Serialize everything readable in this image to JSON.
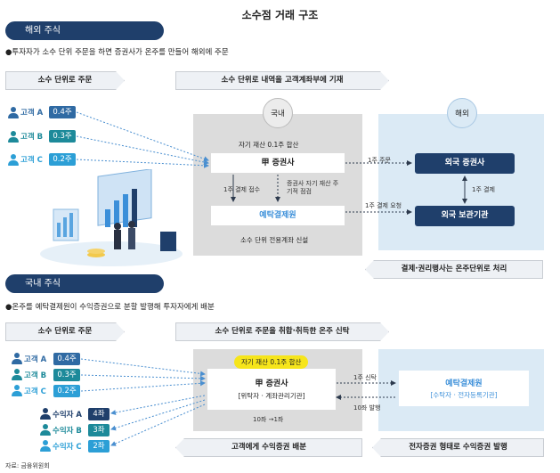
{
  "title": "소수점 거래 구조",
  "overseas": {
    "section_label": "해외 주식",
    "description": "●투자자가 소수 단위 주문을 하면 증권사가 온주를 만들어 해외에 주문",
    "banner_left": "소수 단위로 주문",
    "banner_right": "소수 단위로 내역을 고객계좌부에 기재",
    "customers": [
      {
        "name": "고객 A",
        "qty": "0.4주"
      },
      {
        "name": "고객 B",
        "qty": "0.3주"
      },
      {
        "name": "고객 C",
        "qty": "0.2주"
      }
    ],
    "domestic_label": "국내",
    "foreign_label": "해외",
    "own_asset_note": "자기 재산 0.1주 합산",
    "broker": "甲 증권사",
    "ksd": "예탁결제원",
    "settle_receive": "1주 결제 접수",
    "periodic_settle": "증권사 자기 재산 주기적 점검",
    "new_account": "소수 단위 전용계좌 신설",
    "one_share_order": "1주 주문",
    "one_share_settle": "1주 결제",
    "settle_request": "1주 결제 요청",
    "foreign_broker": "외국 증권사",
    "foreign_custodian": "외국 보관기관",
    "bottom_banner": "결제·권리행사는 온주단위로 처리"
  },
  "domestic": {
    "section_label": "국내 주식",
    "description": "●온주를 예탁결제원이 수익증권으로 분할 발행해 투자자에게 배분",
    "banner_left": "소수 단위로 주문",
    "banner_right": "소수 단위로 주문을 취합·취득한 온주 신탁",
    "customers": [
      {
        "name": "고객 A",
        "qty": "0.4주"
      },
      {
        "name": "고객 B",
        "qty": "0.3주"
      },
      {
        "name": "고객 C",
        "qty": "0.2주"
      }
    ],
    "beneficiaries": [
      {
        "name": "수익자 A",
        "qty": "4좌"
      },
      {
        "name": "수익자 B",
        "qty": "3좌"
      },
      {
        "name": "수익자 C",
        "qty": "2좌"
      }
    ],
    "own_asset_note": "자기 재산 0.1주 합산",
    "broker": "甲 증권사",
    "broker_role": "[위탁자 · 계좌관리기관]",
    "trust_label": "1주 신탁",
    "issue_label": "10좌 발행",
    "split_label": "10좌 →1좌",
    "ksd": "예탁결제원",
    "ksd_role": "[수탁자 · 전자등록기관]",
    "bottom_left": "고객에게 수익증권 배분",
    "bottom_right": "전자증권 형태로 수익증권 발행"
  },
  "source": "자료: 금융위원회",
  "colors": {
    "navy": "#1f3f6b",
    "teal": "#1d8a9a",
    "blue_a": "#2f6aa3",
    "gray_panel": "#dcdcdc",
    "blue_panel": "#dbeaf5",
    "ksd_blue": "#3b8fd9",
    "yellow": "#f6e51b"
  }
}
